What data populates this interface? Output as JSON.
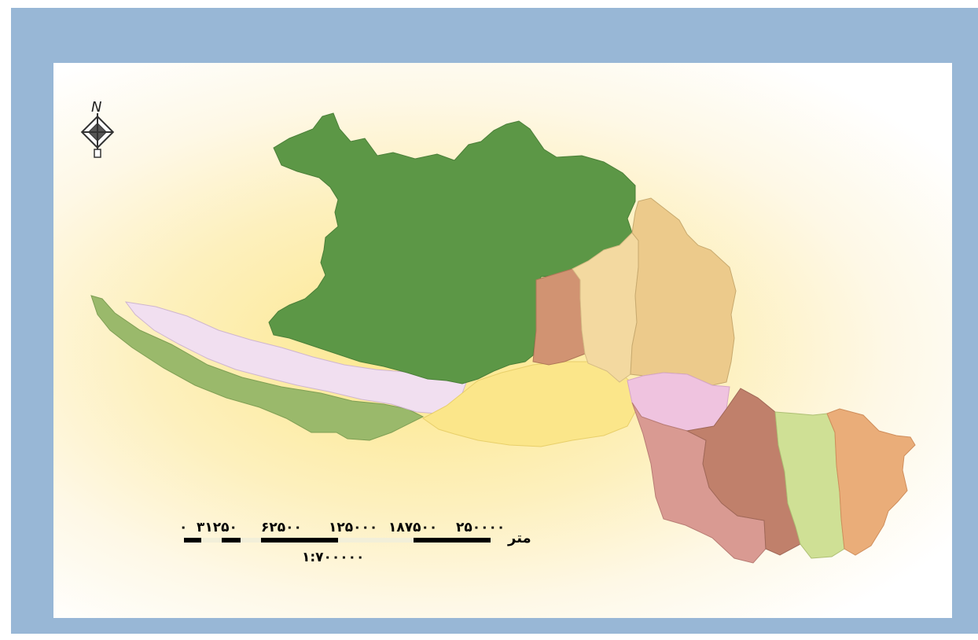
{
  "map": {
    "north_label": "N",
    "regions": [
      {
        "id": "north-large",
        "label": "—",
        "color": "#5c9746"
      },
      {
        "id": "west-lower-strip",
        "label": "—",
        "color": "#9ab96b"
      },
      {
        "id": "west-upper-strip",
        "label": "—",
        "color": "#f1dff0"
      },
      {
        "id": "center-south",
        "label": "—",
        "color": "#fbe68a"
      },
      {
        "id": "small-brown",
        "label": "—",
        "color": "#d19372"
      },
      {
        "id": "east-light",
        "label": "—",
        "color": "#f3d9a0"
      },
      {
        "id": "east-tan",
        "label": "—",
        "color": "#ecca8b"
      },
      {
        "id": "southeast-pink-small",
        "label": "—",
        "color": "#efc3df"
      },
      {
        "id": "southeast-rose",
        "label": "—",
        "color": "#d99a92"
      },
      {
        "id": "southeast-brown",
        "label": "—",
        "color": "#c0806b"
      },
      {
        "id": "southeast-green",
        "label": "—",
        "color": "#cfe095"
      },
      {
        "id": "southeast-orange",
        "label": "—",
        "color": "#eaad79"
      }
    ]
  },
  "scale_bar": {
    "ticks": [
      "۰",
      "۳۱۲۵۰",
      "۶۲۵۰۰",
      "۱۲۵۰۰۰",
      "۱۸۷۵۰۰",
      "۲۵۰۰۰۰"
    ],
    "tick_values": [
      0,
      31250,
      62500,
      125000,
      187500,
      250000
    ],
    "unit": "متر",
    "ratio": "۱:۷۰۰۰۰۰"
  },
  "colors": {
    "frame": "#98b7d6",
    "canvas_center": "#fde78a",
    "canvas_edge": "#ffffff"
  }
}
